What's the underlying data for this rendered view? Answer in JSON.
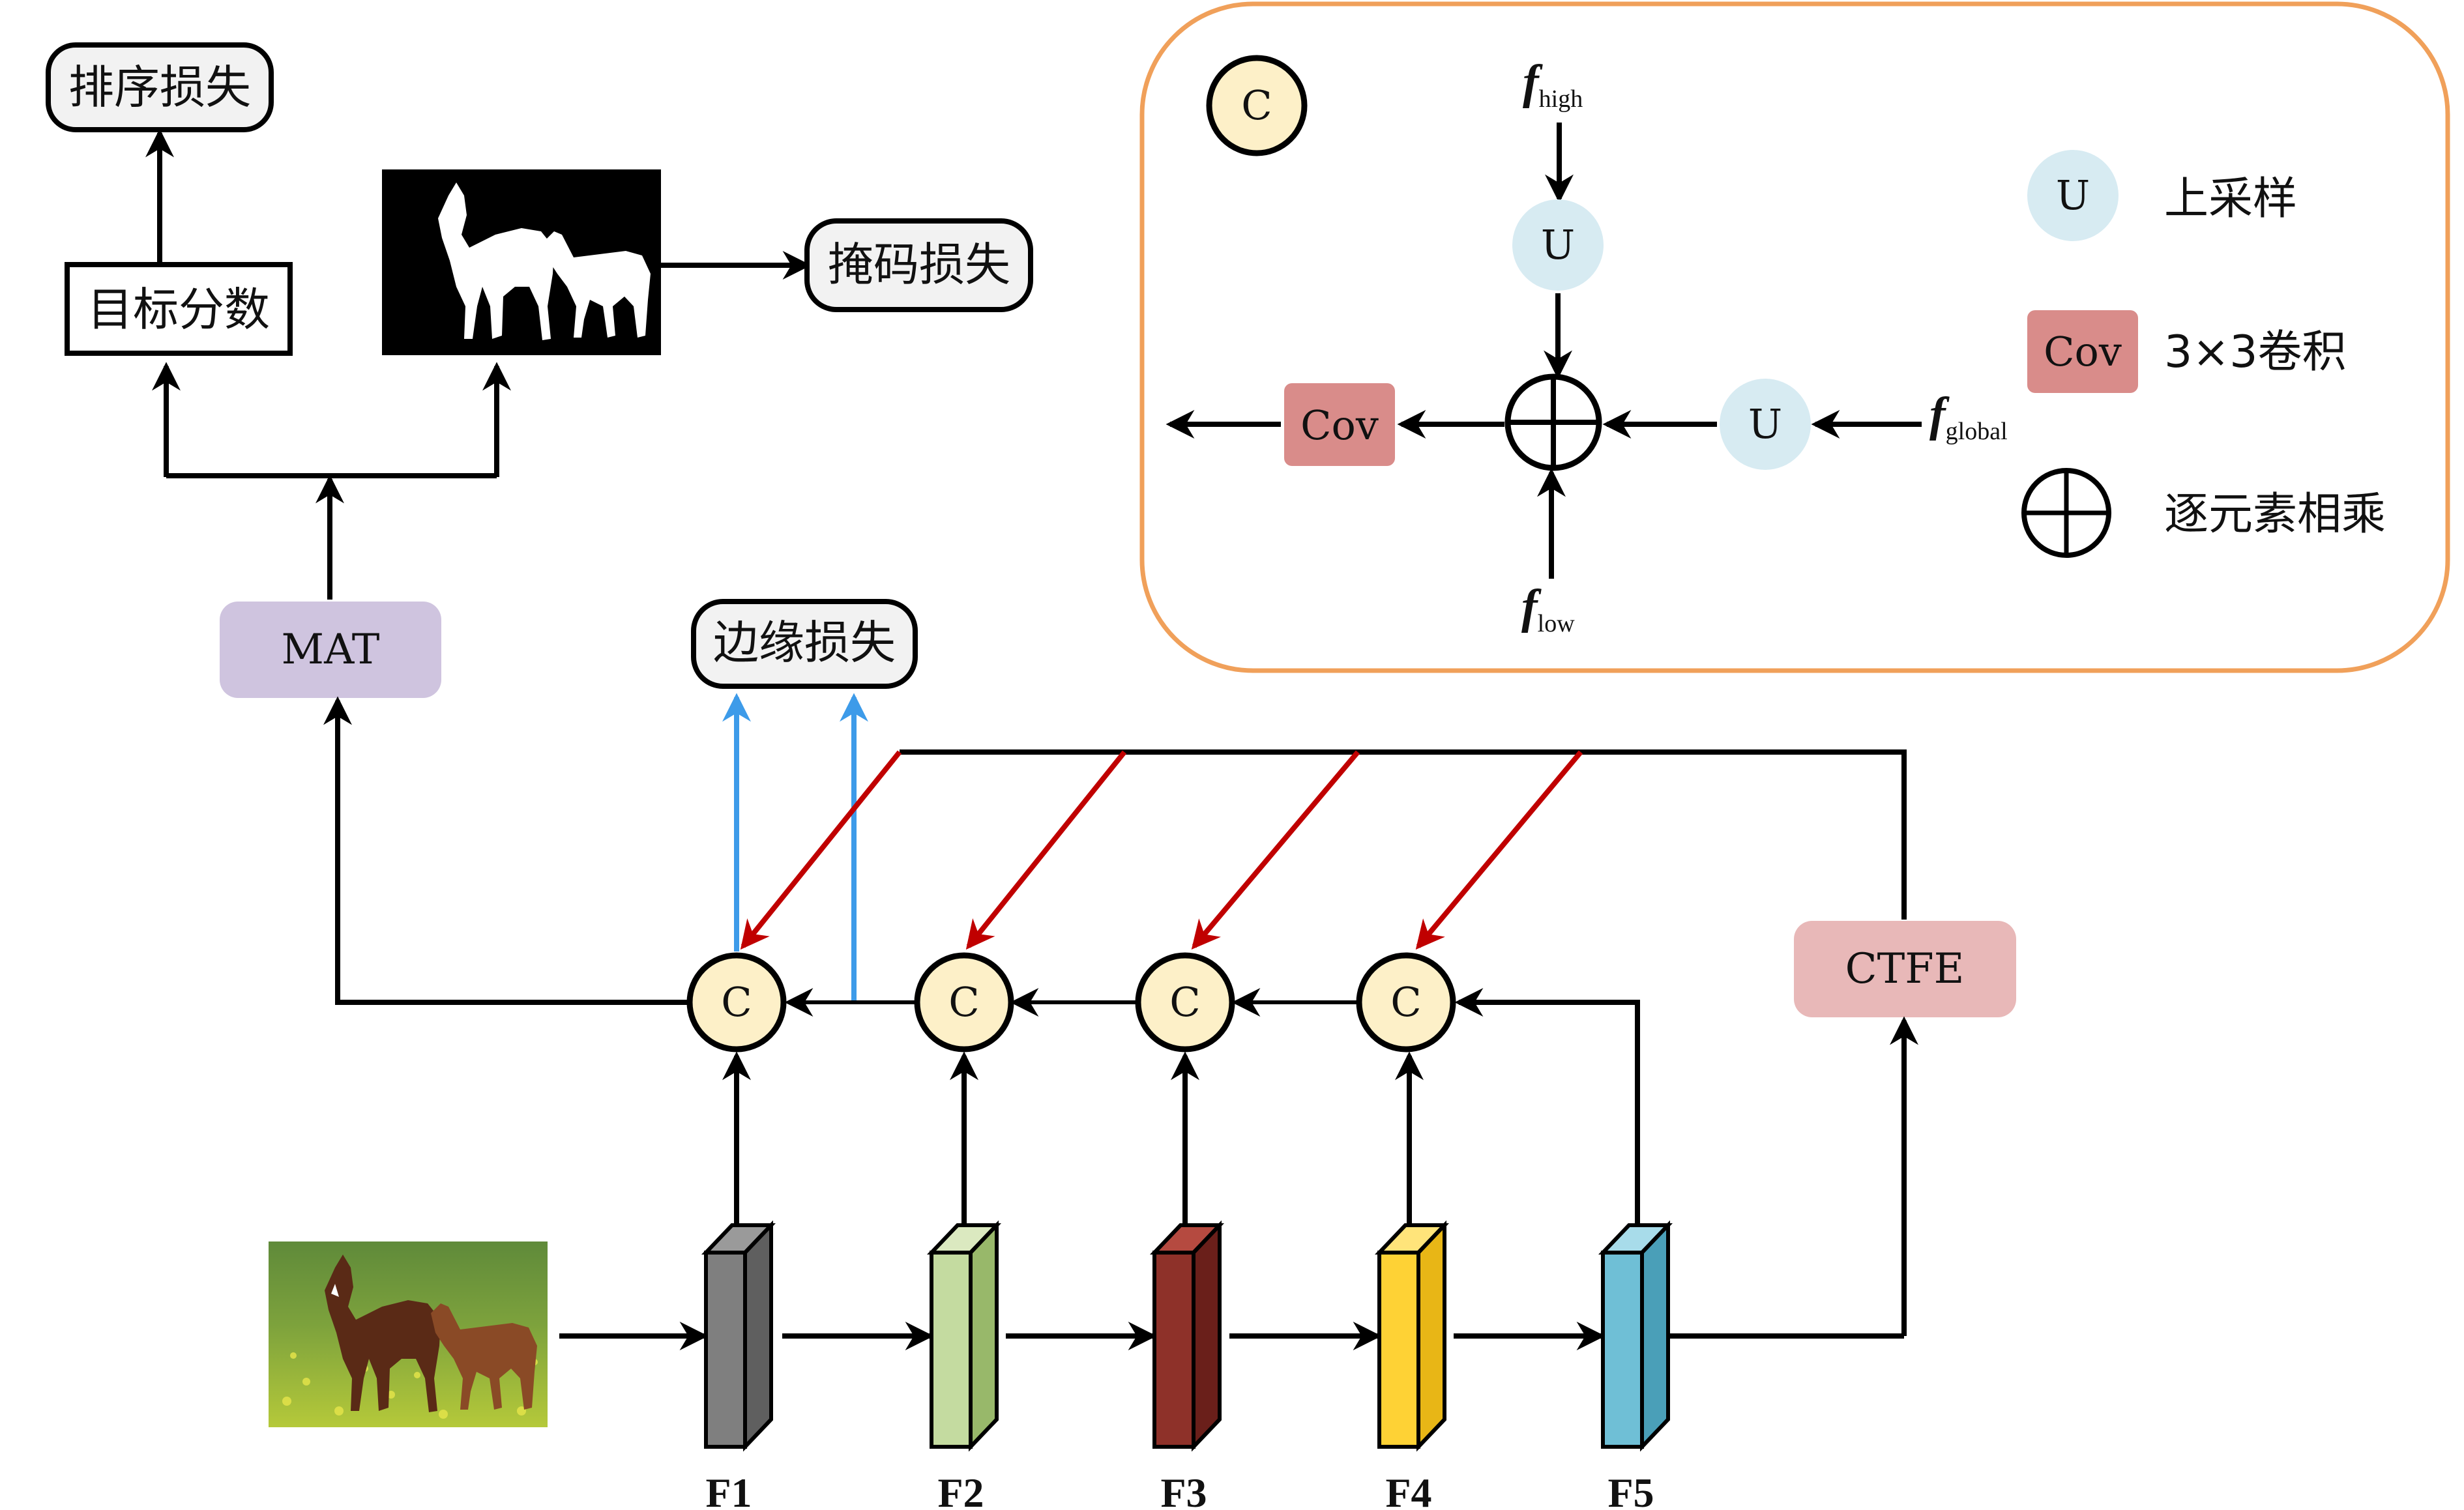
{
  "losses": {
    "ranking": "排序损失",
    "mask": "掩码损失",
    "edge": "边缘损失"
  },
  "target_score": "目标分数",
  "mat": "MAT",
  "ctfe": "CTFE",
  "concat_symbol": "C",
  "features": [
    "F1",
    "F2",
    "F3",
    "F4",
    "F5"
  ],
  "inset": {
    "concat_symbol": "C",
    "upsample_symbol": "U",
    "conv_label": "Cov",
    "f_high": {
      "base": "f",
      "sub": "high"
    },
    "f_global": {
      "base": "f",
      "sub": "global"
    },
    "f_low": {
      "base": "f",
      "sub": "low"
    },
    "legend": [
      {
        "symbol": "U",
        "text": "上采样"
      },
      {
        "symbol": "Cov",
        "text": "3×3卷积"
      },
      {
        "symbol": "⊕",
        "text": "逐元素相乘"
      }
    ]
  },
  "colors": {
    "feature_f1": "#7f7f7f",
    "feature_f2": "#c4dba0",
    "feature_f3": "#8e3129",
    "feature_f4": "#fed235",
    "feature_f5": "#6fbfd6",
    "concat_fill": "#fdf0c8",
    "mat_fill": "#cfc4df",
    "ctfe_fill": "#e8b8b8",
    "conv_fill": "#d98c8a",
    "upsample_fill": "#d7ebf2",
    "inset_border": "#f0a05a",
    "red_arrow": "#c00000",
    "blue_arrow": "#3d9be9"
  }
}
